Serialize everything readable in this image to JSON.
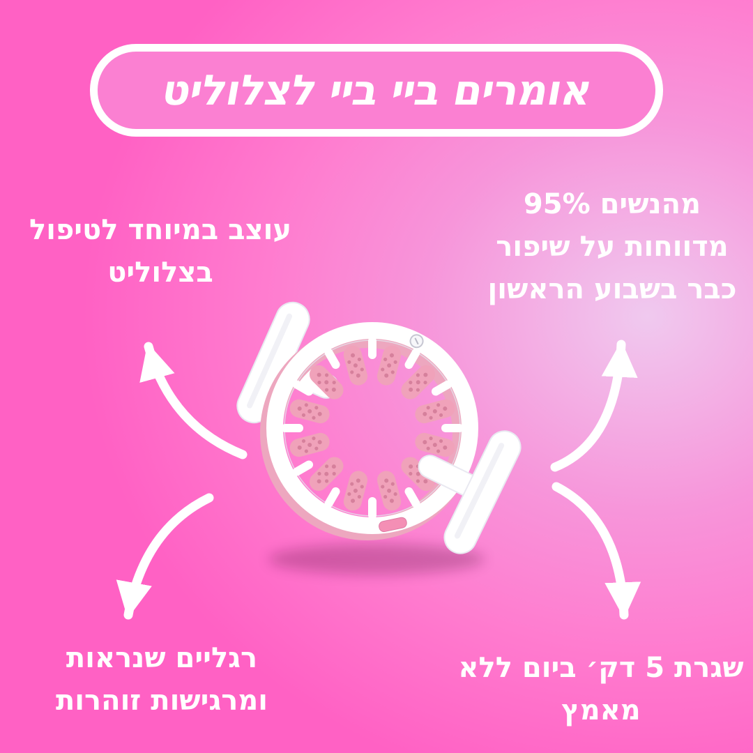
{
  "banner": {
    "title": "אומרים ביי ביי לצלוליט"
  },
  "callouts": {
    "top_left": {
      "lines": [
        "עוצב במיוחד לטיפול",
        "בצלוליט"
      ]
    },
    "top_right": {
      "lines": [
        "95% מהנשים",
        "מדווחות על שיפור",
        "כבר בשבוע הראשון"
      ]
    },
    "bottom_left": {
      "lines": [
        "רגליים שנראות",
        "ומרגישות זוהרות"
      ]
    },
    "bottom_right": {
      "lines": [
        "שגרת 5 דק׳ ביום ללא",
        "מאמץ"
      ]
    }
  },
  "product": {
    "icon": "cellulite-massage-roller-ring-icon"
  },
  "colors": {
    "background_light": "#f0c9ef",
    "background_mid": "#f795da",
    "background_deep": "#ff61c4",
    "banner_fill": "#fb80d2",
    "banner_border": "#ffffff",
    "text": "#ffffff",
    "arrow": "#ffffff",
    "roller_pink": "#f0a2ba",
    "roller_dots": "#d6809c",
    "rim_pink": "#eda7bf"
  }
}
